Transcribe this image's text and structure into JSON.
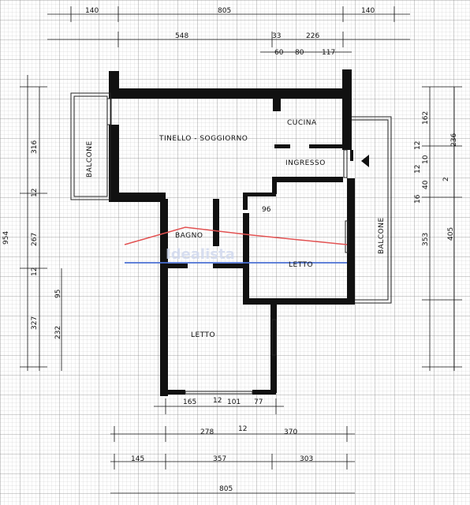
{
  "rooms": {
    "living": "TINELLO - SOGGIORNO",
    "kitchen": "CUCINA",
    "entrance": "INGRESSO",
    "bathroom": "BAGNO",
    "bedroom_right": "LETTO",
    "bedroom_bottom": "LETTO",
    "balcony_left": "BALCONE",
    "balcony_right": "BALCONE"
  },
  "watermark": "Idealista",
  "dimensions": {
    "top_left": "140",
    "top_total": "805",
    "top_right": "140",
    "top_548": "548",
    "top_33": "33",
    "top_226": "226",
    "top_60": "60",
    "top_80": "80",
    "top_117": "117",
    "left_954": "954",
    "left_316": "316",
    "left_12a": "12",
    "left_267": "267",
    "left_12b": "12",
    "left_95": "95",
    "left_327": "327",
    "left_232": "232",
    "right_162": "162",
    "right_12a": "12",
    "right_10": "10",
    "right_236": "236",
    "right_12b": "12",
    "right_40": "40",
    "right_2": "2",
    "right_16": "16",
    "right_353": "353",
    "right_405": "405",
    "inner_96": "96",
    "bottom_165": "165",
    "bottom_12a": "12",
    "bottom_101": "101",
    "bottom_77": "77",
    "bottom_278": "278",
    "bottom_12b": "12",
    "bottom_370": "370",
    "bottom_145": "145",
    "bottom_357": "357",
    "bottom_303": "303",
    "bottom_total": "805"
  }
}
